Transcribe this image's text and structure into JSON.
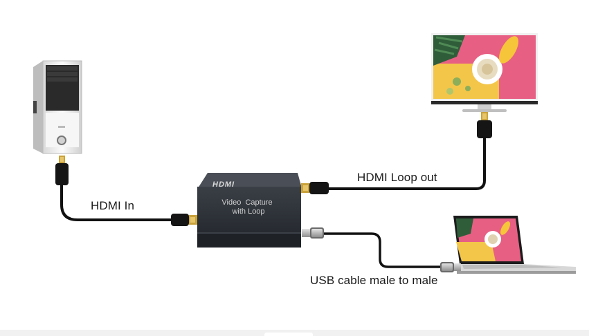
{
  "labels": {
    "hdmi_in": "HDMI In",
    "hdmi_loop_out": "HDMI Loop out",
    "usb_cable": "USB cable male to male"
  },
  "device": {
    "logo": "HDMI",
    "line1": "Video  Capture",
    "line2": "with Loop"
  },
  "icons": [
    "desktop-tower-icon",
    "capture-device-icon",
    "monitor-icon",
    "laptop-icon",
    "hdmi-plug-icon",
    "usb-plug-icon"
  ],
  "colors": {
    "cable": "#111111",
    "plug_gold": "#c9a23a",
    "device_body": "#2c3036",
    "screen_pink": "#e85f84",
    "screen_yellow": "#f3c64a"
  }
}
